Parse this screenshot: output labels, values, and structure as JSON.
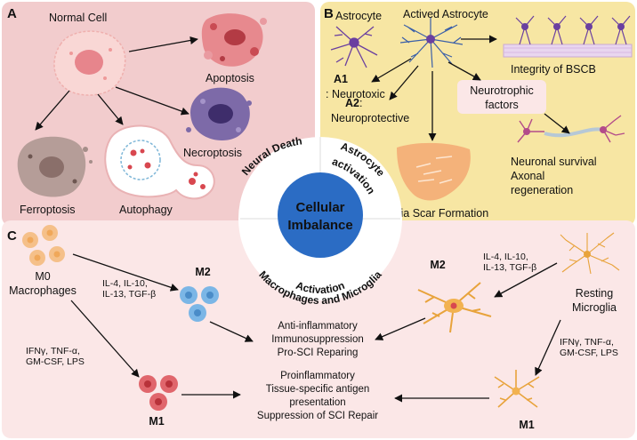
{
  "colors": {
    "panel_a_bg": "#f2cccd",
    "panel_b_bg": "#f7e6a3",
    "panel_c_bg": "#fbe7e7",
    "center_circle": "#2b6cc4",
    "astrocyte": "#6a3fa0",
    "microglia": "#e8a33b",
    "m2_macrophage": "#7bb6e6",
    "m1_macrophage": "#d94a52"
  },
  "center": {
    "title_line1": "Cellular",
    "title_line2": "Imbalance",
    "ring_neural_death": "Neural Death",
    "ring_astrocyte": "Astrocyte",
    "ring_activation": "activation",
    "ring_macrophages": "Macrophages and Microglia",
    "ring_macrophages_activation": "Activation"
  },
  "panel_a": {
    "letter": "A",
    "normal_cell": "Normal Cell",
    "apoptosis": "Apoptosis",
    "necroptosis": "Necroptosis",
    "ferroptosis": "Ferroptosis",
    "autophagy": "Autophagy"
  },
  "panel_b": {
    "letter": "B",
    "astrocyte": "Astrocyte",
    "actived_astrocyte": "Actived Astrocyte",
    "integrity": "Integrity of BSCB",
    "a1_label": "A1",
    "a1_text": ": Neurotoxic",
    "a2_label": "A2",
    "a2_text": ":",
    "neuroprotective": "Neuroprotective",
    "neurotrophic_line1": "Neurotrophic",
    "neurotrophic_line2": "factors",
    "neuronal_survival": "Neuronal survival",
    "axonal": "Axonal",
    "regeneration": "regeneration",
    "glia_scar": "Glia Scar Formation"
  },
  "panel_c": {
    "letter": "C",
    "m0_line1": "M0",
    "m0_line2": "Macrophages",
    "m2_left": "M2",
    "m1_left": "M1",
    "m2_right": "M2",
    "m1_right": "M1",
    "resting_line1": "Resting",
    "resting_line2": "Microglia",
    "cyt_anti_l1": "IL-4, IL-10,",
    "cyt_anti_l2": "IL-13,  TGF-β",
    "cyt_pro_l1": "IFNγ, TNF-α,",
    "cyt_pro_l2": "GM-CSF, LPS",
    "cyt_anti_r1": "IL-4, IL-10,",
    "cyt_anti_r2": "IL-13,  TGF-β",
    "cyt_pro_r1": "IFNγ, TNF-α,",
    "cyt_pro_r2": "GM-CSF, LPS",
    "anti_1": "Anti-inflammatory",
    "anti_2": "Immunosuppression",
    "anti_3": "Pro-SCI Reparing",
    "pro_1": "Proinflammatory",
    "pro_2": "Tissue-specific antigen",
    "pro_3": "presentation",
    "pro_4": "Suppression of SCI Repair"
  }
}
